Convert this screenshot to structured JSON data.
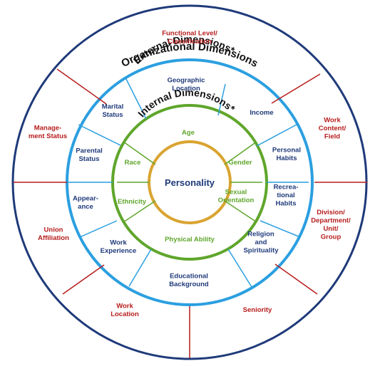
{
  "rings": {
    "organizational": {
      "title": "Organizational Dimensions",
      "color": "#1f3a7a",
      "divider_color": "#b71c1c",
      "items": [
        [
          "Functional Level/",
          "Classification"
        ],
        [
          "Work",
          "Content/",
          "Field"
        ],
        [
          "Division/",
          "Department/",
          "Unit/",
          "Group"
        ],
        [
          "Seniority"
        ],
        [
          "Work",
          "Location"
        ],
        [
          "Union",
          "Affiliation"
        ],
        [
          "Manage-",
          "ment Status"
        ]
      ]
    },
    "external": {
      "title": "External Dimensions*",
      "color": "#2b9fe0",
      "items": [
        [
          "Geographic",
          "Location"
        ],
        [
          "Income"
        ],
        [
          "Personal",
          "Habits"
        ],
        [
          "Recrea-",
          "tional",
          "Habits"
        ],
        [
          "Religion",
          "and",
          "Spirituality"
        ],
        [
          "Educational",
          "Background"
        ],
        [
          "Work",
          "Experience"
        ],
        [
          "Appear-",
          "ance"
        ],
        [
          "Parental",
          "Status"
        ],
        [
          "Marital",
          "Status"
        ]
      ]
    },
    "internal": {
      "title": "Internal Dimensions*",
      "color": "#5fa62b",
      "items": [
        [
          "Age"
        ],
        [
          "Gender"
        ],
        [
          "Sexual",
          "Orientation"
        ],
        [
          "Physical Ability"
        ],
        [
          "Ethnicity"
        ],
        [
          "Race"
        ]
      ]
    },
    "core": {
      "label": "Personality",
      "color": "#d9a431"
    }
  }
}
